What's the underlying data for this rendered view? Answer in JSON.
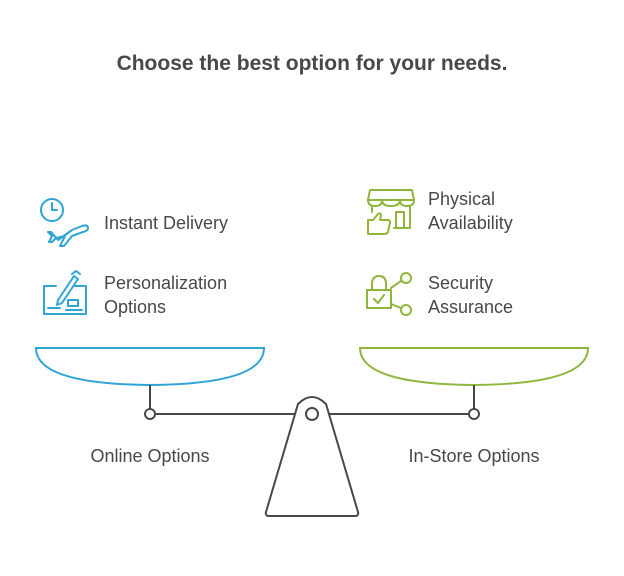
{
  "title": "Choose the best option for your needs.",
  "left_pan": {
    "label": "Online Options",
    "color": "#2ea4d4",
    "items": [
      {
        "label_line1": "Instant Delivery",
        "label_line2": "",
        "icon": "clock-airplane-icon"
      },
      {
        "label_line1": "Personalization",
        "label_line2": "Options",
        "icon": "pen-check-icon"
      }
    ]
  },
  "right_pan": {
    "label": "In-Store Options",
    "color": "#8db63b",
    "items": [
      {
        "label_line1": "Physical",
        "label_line2": "Availability",
        "icon": "store-thumbs-up-icon"
      },
      {
        "label_line1": "Security",
        "label_line2": "Assurance",
        "icon": "lock-nodes-icon"
      }
    ]
  },
  "beam_color": "#484848"
}
